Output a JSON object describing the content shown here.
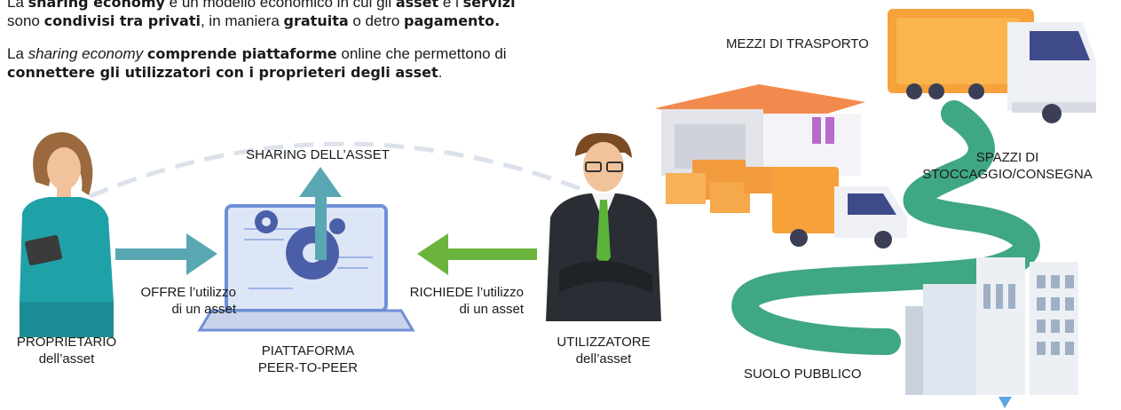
{
  "paragraph1": {
    "t1": "La ",
    "b1": "sharing economy",
    "t2": " è un modello economico in cui gli ",
    "b2": "asset",
    "t3": " e i ",
    "b3": "servizi",
    "t4": " sono ",
    "b4": "condivisi tra privati",
    "t5": ", in maniera ",
    "b5": "gratuita",
    "t6": " o detro ",
    "b6": "pagamento."
  },
  "paragraph2": {
    "t1": "La ",
    "i1": "sharing economy",
    "t2": " ",
    "b1": "comprende piattaforme",
    "t3": " online che permettono di ",
    "b2": "connettere gli utilizzatori con i proprieteri degli asset",
    "t4": "."
  },
  "diagram": {
    "sharing_label": "SHARING DELL’ASSET",
    "offer_line1": "OFFRE l’utilizzo",
    "offer_line2": "di un asset",
    "request_line1": "RICHIEDE l’utilizzo",
    "request_line2": "di un asset",
    "owner_line1": "PROPRIETARIO",
    "owner_line2": "dell’asset",
    "platform_line1": "PIATTAFORMA",
    "platform_line2": "PEER-TO-PEER",
    "user_line1": "UTILIZZATORE",
    "user_line2": "dell’asset"
  },
  "assets": {
    "transport": "MEZZI DI TRASPORTO",
    "storage_line1": "SPAZZI DI",
    "storage_line2": "STOCCAGGIO/CONSEGNA",
    "public": "SUOLO PUBBLICO"
  },
  "colors": {
    "teal": "#5aa7b4",
    "green": "#6ab43e",
    "road": "#3fa783",
    "orange": "#f7a13a",
    "laptop": "#6f8fd6",
    "dashed": "#dbe2ec"
  }
}
